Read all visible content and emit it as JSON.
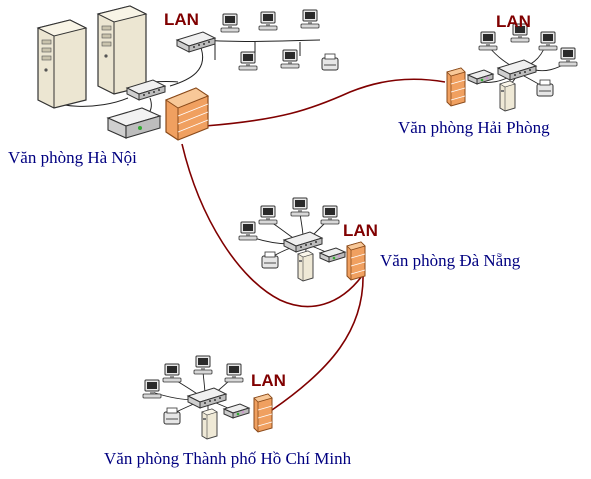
{
  "colors": {
    "wan_link": "#800000",
    "lan_label": "#800000",
    "office_label": "#000080",
    "firewall": "#f0a060",
    "server": "#e8e4d8",
    "switch": "#dcdcdc"
  },
  "lan_label": "LAN",
  "offices": {
    "hanoi": {
      "name": "Văn phòng Hà Nội"
    },
    "haiphong": {
      "name": "Văn phòng Hải Phòng"
    },
    "danang": {
      "name": "Văn phòng Đà Nẵng"
    },
    "hcm": {
      "name": "Văn phòng Thành phố Hồ Chí Minh"
    }
  },
  "icons": [
    "server-icon",
    "switch-icon",
    "firewall-icon",
    "workstation-icon",
    "printer-icon",
    "router-icon"
  ]
}
